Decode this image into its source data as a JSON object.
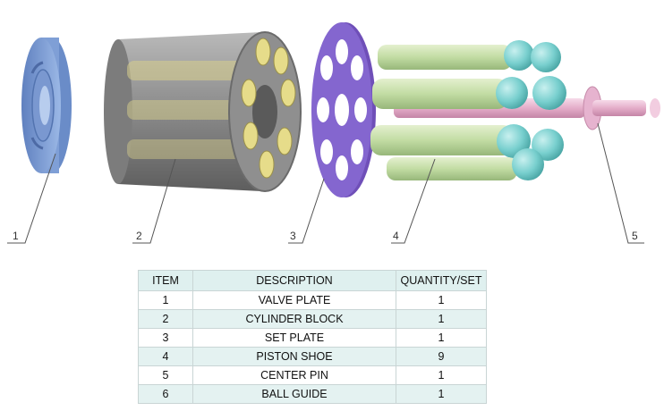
{
  "callouts": [
    "1",
    "2",
    "3",
    "4",
    "5"
  ],
  "table": {
    "headers": [
      "ITEM",
      "DESCRIPTION",
      "QUANTITY/SET"
    ],
    "rows": [
      {
        "item": "1",
        "description": "VALVE PLATE",
        "quantity": "1"
      },
      {
        "item": "2",
        "description": "CYLINDER BLOCK",
        "quantity": "1"
      },
      {
        "item": "3",
        "description": "SET PLATE",
        "quantity": "1"
      },
      {
        "item": "4",
        "description": "PISTON SHOE",
        "quantity": "9"
      },
      {
        "item": "5",
        "description": "CENTER PIN",
        "quantity": "1"
      },
      {
        "item": "6",
        "description": "BALL GUIDE",
        "quantity": "1"
      }
    ]
  },
  "colors": {
    "valve_plate": "#8aa8dc",
    "cylinder_block": "#8d8d8d",
    "bore": "#e6dc8a",
    "set_plate": "#7a5bc6",
    "piston": "#c6dfa9",
    "ball": "#7fd3d2",
    "center_pin": "#e9b8d4",
    "table_header": "#dff0ef",
    "table_alt_row": "#e4f2f1"
  }
}
